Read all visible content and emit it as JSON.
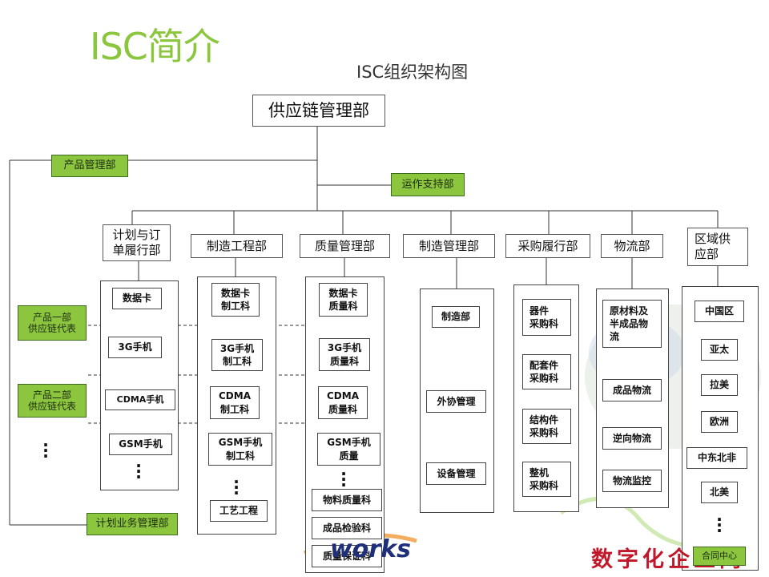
{
  "title": "ISC简介",
  "subtitle": "ISC组织架构图",
  "hq": "供应链管理部",
  "side_units": {
    "product_mgmt": "产品管理部",
    "ops_support": "运作支持部",
    "product_one": "产品一部\n供应链代表",
    "product_two": "产品二部\n供应链代表",
    "plan_service": "计划业务管理部",
    "contract_center": "合同中心"
  },
  "departments": [
    {
      "name": "计划与订\n单履行部",
      "subs": [
        "数据卡",
        "3G手机",
        "CDMA手机",
        "GSM手机"
      ]
    },
    {
      "name": "制造工程部",
      "subs": [
        "数据卡\n制工科",
        "3G手机\n制工科",
        "CDMA\n制工科",
        "GSM手机\n制工科",
        "工艺工程"
      ]
    },
    {
      "name": "质量管理部",
      "subs": [
        "数据卡\n质量科",
        "3G手机\n质量科",
        "CDMA\n质量科",
        "GSM手机\n质量",
        "物料质量科",
        "成品检验科",
        "质量保证科"
      ]
    },
    {
      "name": "制造管理部",
      "subs": [
        "制造部",
        "外协管理",
        "设备管理"
      ]
    },
    {
      "name": "采购履行部",
      "subs": [
        "器件\n采购科",
        "配套件\n采购科",
        "结构件\n采购科",
        "整机\n采购科"
      ]
    },
    {
      "name": "物流部",
      "subs": [
        "原材料及\n半成品物\n流",
        "成品物流",
        "逆向物流",
        "物流监控"
      ]
    },
    {
      "name": "区域供\n应部",
      "subs": [
        "中国区",
        "亚太",
        "拉美",
        "欧洲",
        "中东北非",
        "北美"
      ]
    }
  ],
  "watermark_text": "数字化企业网",
  "logo_text": "works",
  "colors": {
    "title_green": "#8cc63f",
    "unit_green": "#8cc63f",
    "watermark_red": "#c0182a"
  }
}
